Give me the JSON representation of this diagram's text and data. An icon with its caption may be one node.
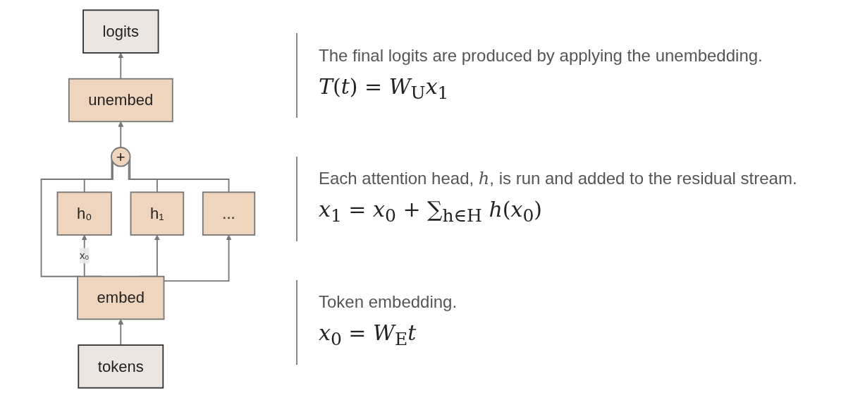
{
  "diagram": {
    "nodes": [
      {
        "text": [
          "logits"
        ]
      },
      {
        "text": [
          "unembed"
        ]
      },
      {
        "text": [
          "+"
        ]
      },
      {
        "text": [
          "h₀"
        ]
      },
      {
        "text": [
          "h₁"
        ]
      },
      {
        "text": [
          "..."
        ]
      },
      {
        "text": [
          "embed"
        ]
      },
      {
        "text": [
          "tokens"
        ]
      }
    ],
    "edges": [
      {
        "from": 7,
        "to": 6,
        "arrow": "to"
      },
      {
        "from": 6,
        "to": 3,
        "arrow": "to",
        "label": "x₀"
      },
      {
        "from": 6,
        "to": 4,
        "arrow": "to"
      },
      {
        "from": 6,
        "to": 5,
        "arrow": "to"
      },
      {
        "from": 6,
        "to": 2,
        "arrow": "none"
      },
      {
        "from": 3,
        "to": 2,
        "arrow": "none"
      },
      {
        "from": 4,
        "to": 2,
        "arrow": "none"
      },
      {
        "from": 5,
        "to": 2,
        "arrow": "none"
      },
      {
        "from": 2,
        "to": 1,
        "arrow": "to"
      },
      {
        "from": 1,
        "to": 0,
        "arrow": "to"
      }
    ],
    "labels": [
      "The final logits are produced by applying the unembedding.",
      "*T*(*t*) = *W*$_{U}$*x*$_{1}$",
      "Each attention head, *h*, is run and added to the residual stream.",
      "*x*$_{1}$ = *x*$_{0}$ + ∑$_{h∈H}$ *h*(*x*$_{0}$)",
      "Token embedding.",
      "*x*$_{0}$ = *W*$_{E}$*t*"
    ]
  }
}
